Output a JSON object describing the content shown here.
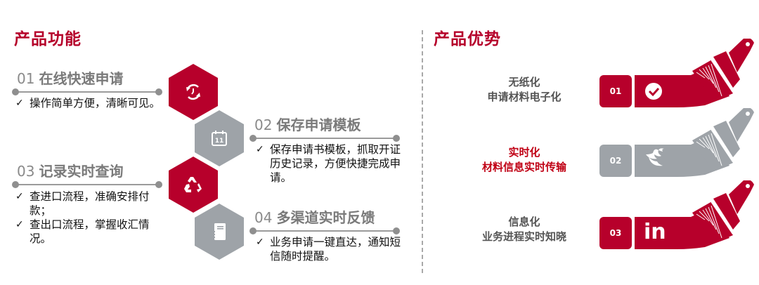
{
  "functions": {
    "title": "产品功能",
    "items": [
      {
        "num": "01",
        "name": "在线快速申请",
        "bullets": [
          "操作简单方便，清晰可见。"
        ],
        "icon": "refresh-clock-icon",
        "hex_color": "red"
      },
      {
        "num": "02",
        "name": "保存申请模板",
        "bullets": [
          "保存申请书模板，抓取开证历史记录，方便快捷完成申请。"
        ],
        "icon": "calendar-icon",
        "hex_color": "grey"
      },
      {
        "num": "03",
        "name": "记录实时查询",
        "bullets": [
          "查进口流程，准确安排付款；",
          "查出口流程，掌握收汇情况。"
        ],
        "icon": "recycle-icon",
        "hex_color": "red"
      },
      {
        "num": "04",
        "name": "多渠道实时反馈",
        "bullets": [
          "业务申请一键直达，通知短信随时提醒。"
        ],
        "icon": "notebook-icon",
        "hex_color": "grey"
      }
    ],
    "check_mark": "✓"
  },
  "advantages": {
    "title": "产品优势",
    "items": [
      {
        "num": "01",
        "line1": "无纸化",
        "line2": "申请材料电子化",
        "icon": "check-circle-icon",
        "color": "#b7002b",
        "highlight": false
      },
      {
        "num": "02",
        "line1": "实时化",
        "line2": "材料信息实时传输",
        "icon": "twitter-bird-icon",
        "color": "#9ea3a8",
        "highlight": true
      },
      {
        "num": "03",
        "line1": "信息化",
        "line2": "业务进程实时知晓",
        "icon": "linkedin-icon",
        "color": "#b7002b",
        "highlight": false
      }
    ],
    "linkedin_text": "in"
  },
  "colors": {
    "brand_red": "#b7002b",
    "grey": "#9ea3a8",
    "highlight_red": "#c00014",
    "text_grey": "#555555"
  }
}
